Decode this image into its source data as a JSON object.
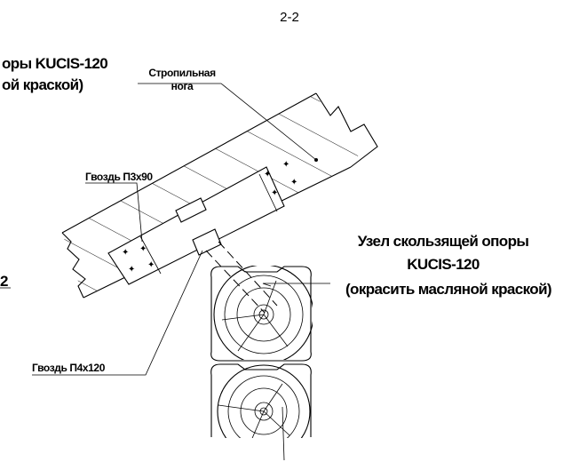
{
  "section_title": "2-2",
  "labels": {
    "top_left_line1": "оры KUCIS-120",
    "top_left_line2": "ой краской)",
    "rafter_line1": "Стропильная",
    "rafter_line2": "нога",
    "nail_small": "Гвоздь П3х90",
    "nail_large": "Гвоздь П4х120",
    "node_line1": "Узел скользящей опоры",
    "node_line2": "KUCIS-120",
    "node_line3": "(окрасить масляной краской)",
    "left_edge_mark": "2"
  }
}
